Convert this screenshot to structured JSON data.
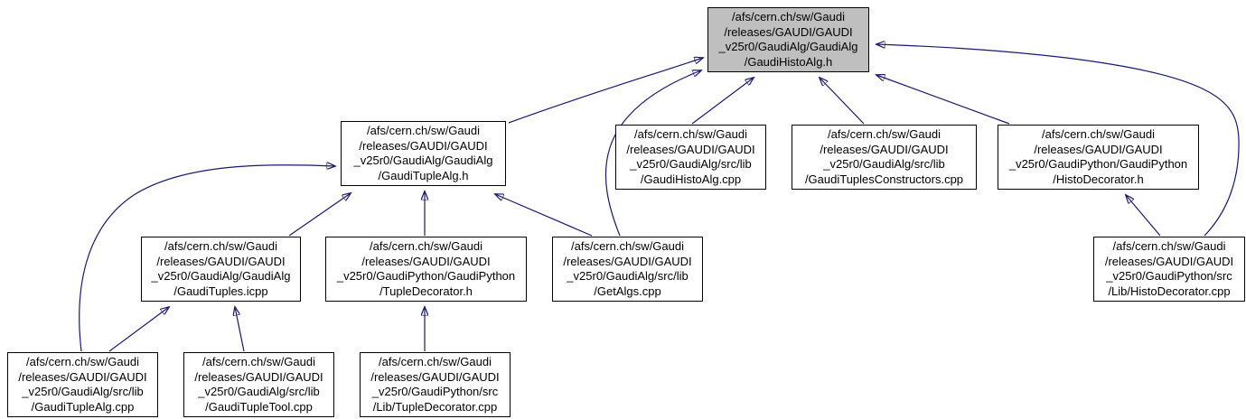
{
  "diagram": {
    "type": "include-dependency-graph",
    "description": "Files which include /afs/cern.ch/sw/Gaudi/releases/GAUDI/GAUDI_v25r0/GaudiAlg/GaudiAlg/GaudiHistoAlg.h"
  },
  "colors": {
    "edge": "#191970",
    "node_fill": "#ffffff",
    "current_node_fill": "#bfbfbf",
    "border": "#000000"
  },
  "nodes": [
    {
      "id": "histoalg_h",
      "role": "current",
      "lines": [
        "/afs/cern.ch/sw/Gaudi",
        "/releases/GAUDI/GAUDI",
        "_v25r0/GaudiAlg/GaudiAlg",
        "/GaudiHistoAlg.h"
      ]
    },
    {
      "id": "tuplealg_h",
      "role": "file",
      "lines": [
        "/afs/cern.ch/sw/Gaudi",
        "/releases/GAUDI/GAUDI",
        "_v25r0/GaudiAlg/GaudiAlg",
        "/GaudiTupleAlg.h"
      ]
    },
    {
      "id": "histoalg_cpp",
      "role": "file",
      "lines": [
        "/afs/cern.ch/sw/Gaudi",
        "/releases/GAUDI/GAUDI",
        "_v25r0/GaudiAlg/src/lib",
        "/GaudiHistoAlg.cpp"
      ]
    },
    {
      "id": "tuplesconstructors_cpp",
      "role": "file",
      "lines": [
        "/afs/cern.ch/sw/Gaudi",
        "/releases/GAUDI/GAUDI",
        "_v25r0/GaudiAlg/src/lib",
        "/GaudiTuplesConstructors.cpp"
      ]
    },
    {
      "id": "histodecorator_h",
      "role": "file",
      "lines": [
        "/afs/cern.ch/sw/Gaudi",
        "/releases/GAUDI/GAUDI",
        "_v25r0/GaudiPython/GaudiPython",
        "/HistoDecorator.h"
      ]
    },
    {
      "id": "tuples_icpp",
      "role": "file",
      "lines": [
        "/afs/cern.ch/sw/Gaudi",
        "/releases/GAUDI/GAUDI",
        "_v25r0/GaudiAlg/GaudiAlg",
        "/GaudiTuples.icpp"
      ]
    },
    {
      "id": "tupledecorator_h",
      "role": "file",
      "lines": [
        "/afs/cern.ch/sw/Gaudi",
        "/releases/GAUDI/GAUDI",
        "_v25r0/GaudiPython/GaudiPython",
        "/TupleDecorator.h"
      ]
    },
    {
      "id": "getalgs_cpp",
      "role": "file",
      "lines": [
        "/afs/cern.ch/sw/Gaudi",
        "/releases/GAUDI/GAUDI",
        "_v25r0/GaudiAlg/src/lib",
        "/GetAlgs.cpp"
      ]
    },
    {
      "id": "histodecorator_cpp",
      "role": "file",
      "lines": [
        "/afs/cern.ch/sw/Gaudi",
        "/releases/GAUDI/GAUDI",
        "_v25r0/GaudiPython/src",
        "/Lib/HistoDecorator.cpp"
      ]
    },
    {
      "id": "tuplealg_cpp",
      "role": "file",
      "lines": [
        "/afs/cern.ch/sw/Gaudi",
        "/releases/GAUDI/GAUDI",
        "_v25r0/GaudiAlg/src/lib",
        "/GaudiTupleAlg.cpp"
      ]
    },
    {
      "id": "tupletool_cpp",
      "role": "file",
      "lines": [
        "/afs/cern.ch/sw/Gaudi",
        "/releases/GAUDI/GAUDI",
        "_v25r0/GaudiAlg/src/lib",
        "/GaudiTupleTool.cpp"
      ]
    },
    {
      "id": "tupledecorator_cpp",
      "role": "file",
      "lines": [
        "/afs/cern.ch/sw/Gaudi",
        "/releases/GAUDI/GAUDI",
        "_v25r0/GaudiPython/src",
        "/Lib/TupleDecorator.cpp"
      ]
    }
  ],
  "edges": [
    {
      "from": "tuplealg_h",
      "to": "histoalg_h"
    },
    {
      "from": "getalgs_cpp",
      "to": "histoalg_h"
    },
    {
      "from": "histoalg_cpp",
      "to": "histoalg_h"
    },
    {
      "from": "tuplesconstructors_cpp",
      "to": "histoalg_h"
    },
    {
      "from": "histodecorator_h",
      "to": "histoalg_h"
    },
    {
      "from": "histodecorator_cpp",
      "to": "histoalg_h"
    },
    {
      "from": "tuples_icpp",
      "to": "tuplealg_h"
    },
    {
      "from": "tupledecorator_h",
      "to": "tuplealg_h"
    },
    {
      "from": "getalgs_cpp",
      "to": "tuplealg_h"
    },
    {
      "from": "tuplealg_cpp",
      "to": "tuplealg_h"
    },
    {
      "from": "tuplealg_cpp",
      "to": "tuples_icpp"
    },
    {
      "from": "tupletool_cpp",
      "to": "tuples_icpp"
    },
    {
      "from": "tupledecorator_cpp",
      "to": "tupledecorator_h"
    },
    {
      "from": "histodecorator_cpp",
      "to": "histodecorator_h"
    }
  ]
}
